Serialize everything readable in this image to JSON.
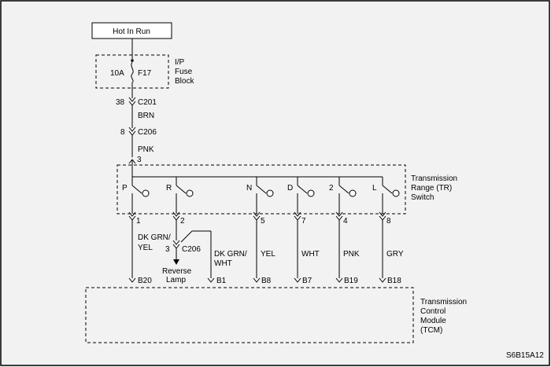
{
  "title_box": "Hot In Run",
  "fuse_block": {
    "rating": "10A",
    "fuse_id": "F17",
    "label": [
      "I/P",
      "Fuse",
      "Block"
    ]
  },
  "connectors": {
    "c201": {
      "pin": "38",
      "name": "C201"
    },
    "c206_top": {
      "pin": "8",
      "name": "C206"
    },
    "c206_lower": {
      "pin": "3",
      "name": "C206"
    },
    "switch_in_pin": "3"
  },
  "wires": {
    "brn": "BRN",
    "pnk_feed": "PNK",
    "dkgrn_yel": [
      "DK GRN/",
      "YEL"
    ],
    "dkgrn_wht": [
      "DK GRN/",
      "WHT"
    ]
  },
  "tr_switch": {
    "label": [
      "Transmission",
      "Range (TR)",
      "Switch"
    ],
    "positions": [
      {
        "pos": "P",
        "pin": "1"
      },
      {
        "pos": "R",
        "pin": "2"
      },
      {
        "pos": "N",
        "pin": "5",
        "wire": "YEL",
        "tcm_pin": "B8"
      },
      {
        "pos": "D",
        "pin": "7",
        "wire": "WHT",
        "tcm_pin": "B7"
      },
      {
        "pos": "2",
        "pin": "4",
        "wire": "PNK",
        "tcm_pin": "B19"
      },
      {
        "pos": "L",
        "pin": "8",
        "wire": "GRY",
        "tcm_pin": "B18"
      }
    ]
  },
  "tcm_pins": {
    "p_line": "B20",
    "wht_line": "B1"
  },
  "reverse_lamp": [
    "Reverse",
    "Lamp"
  ],
  "tcm": {
    "label": [
      "Transmission",
      "Control",
      "Module",
      "(TCM)"
    ]
  },
  "figure_code": "S6B15A12"
}
